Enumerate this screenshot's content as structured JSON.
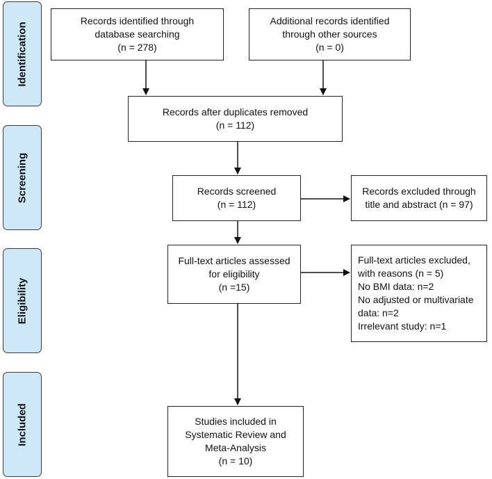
{
  "phases": {
    "identification": "Identification",
    "screening": "Screening",
    "eligibility": "Eligibility",
    "included": "Included"
  },
  "boxes": {
    "database": [
      "Records identified through",
      "database searching",
      "(n = 278)"
    ],
    "other_sources": [
      "Additional records identified",
      "through other sources",
      "(n = 0)"
    ],
    "after_duplicates": [
      "Records after duplicates removed",
      "(n = 112)"
    ],
    "screened": [
      "Records screened",
      "(n = 112)"
    ],
    "excluded_title": [
      "Records excluded through",
      "title and abstract (n = 97)"
    ],
    "fulltext_assessed": [
      "Full-text articles assessed",
      "for eligibility",
      "(n =15)"
    ],
    "fulltext_excluded": [
      "Full-text articles excluded,",
      "with reasons (n = 5)",
      "No BMI data: n=2",
      "No adjusted or multivariate",
      "data: n=2",
      "Irrelevant study: n=1"
    ],
    "included_studies": [
      "Studies included in",
      "Systematic Review and",
      "Meta-Analysis",
      "(n = 10)"
    ]
  }
}
